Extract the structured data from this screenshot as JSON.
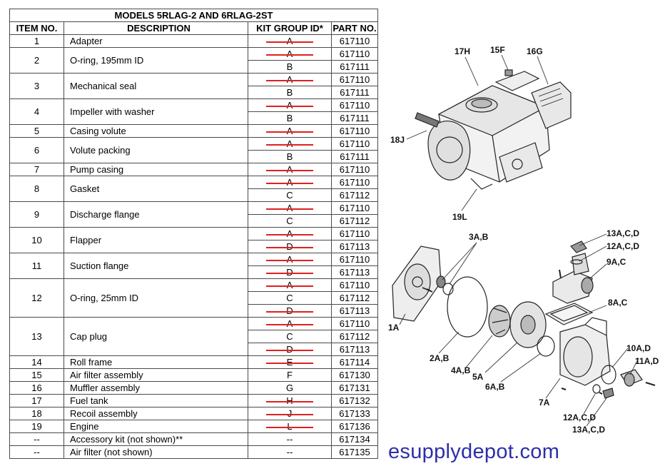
{
  "table": {
    "title": "MODELS 5RLAG-2 AND 6RLAG-2ST",
    "headers": [
      "ITEM NO.",
      "DESCRIPTION",
      "KIT GROUP ID*",
      "PART NO."
    ],
    "rows": [
      {
        "item": "1",
        "desc": "Adapter",
        "kits": [
          {
            "id": "A",
            "struck": true,
            "part": "617110"
          }
        ]
      },
      {
        "item": "2",
        "desc": "O-ring, 195mm ID",
        "kits": [
          {
            "id": "A",
            "struck": true,
            "part": "617110"
          },
          {
            "id": "B",
            "struck": false,
            "part": "617111"
          }
        ]
      },
      {
        "item": "3",
        "desc": "Mechanical seal",
        "kits": [
          {
            "id": "A",
            "struck": true,
            "part": "617110"
          },
          {
            "id": "B",
            "struck": false,
            "part": "617111"
          }
        ]
      },
      {
        "item": "4",
        "desc": "Impeller with washer",
        "kits": [
          {
            "id": "A",
            "struck": true,
            "part": "617110"
          },
          {
            "id": "B",
            "struck": false,
            "part": "617111"
          }
        ]
      },
      {
        "item": "5",
        "desc": "Casing volute",
        "kits": [
          {
            "id": "A",
            "struck": true,
            "part": "617110"
          }
        ]
      },
      {
        "item": "6",
        "desc": "Volute packing",
        "kits": [
          {
            "id": "A",
            "struck": true,
            "part": "617110"
          },
          {
            "id": "B",
            "struck": false,
            "part": "617111"
          }
        ]
      },
      {
        "item": "7",
        "desc": "Pump casing",
        "kits": [
          {
            "id": "A",
            "struck": true,
            "part": "617110"
          }
        ]
      },
      {
        "item": "8",
        "desc": "Gasket",
        "kits": [
          {
            "id": "A",
            "struck": true,
            "part": "617110"
          },
          {
            "id": "C",
            "struck": false,
            "part": "617112"
          }
        ]
      },
      {
        "item": "9",
        "desc": "Discharge flange",
        "kits": [
          {
            "id": "A",
            "struck": true,
            "part": "617110"
          },
          {
            "id": "C",
            "struck": false,
            "part": "617112"
          }
        ]
      },
      {
        "item": "10",
        "desc": "Flapper",
        "kits": [
          {
            "id": "A",
            "struck": true,
            "part": "617110"
          },
          {
            "id": "D",
            "struck": true,
            "part": "617113"
          }
        ]
      },
      {
        "item": "11",
        "desc": "Suction flange",
        "kits": [
          {
            "id": "A",
            "struck": true,
            "part": "617110"
          },
          {
            "id": "D",
            "struck": true,
            "part": "617113"
          }
        ]
      },
      {
        "item": "12",
        "desc": "O-ring, 25mm ID",
        "kits": [
          {
            "id": "A",
            "struck": true,
            "part": "617110"
          },
          {
            "id": "C",
            "struck": false,
            "part": "617112"
          },
          {
            "id": "D",
            "struck": true,
            "part": "617113"
          }
        ]
      },
      {
        "item": "13",
        "desc": "Cap plug",
        "kits": [
          {
            "id": "A",
            "struck": true,
            "part": "617110"
          },
          {
            "id": "C",
            "struck": false,
            "part": "617112"
          },
          {
            "id": "D",
            "struck": true,
            "part": "617113"
          }
        ]
      },
      {
        "item": "14",
        "desc": "Roll frame",
        "kits": [
          {
            "id": "E",
            "struck": true,
            "part": "617114"
          }
        ]
      },
      {
        "item": "15",
        "desc": "Air filter assembly",
        "kits": [
          {
            "id": "F",
            "struck": false,
            "part": "617130"
          }
        ]
      },
      {
        "item": "16",
        "desc": "Muffler assembly",
        "kits": [
          {
            "id": "G",
            "struck": false,
            "part": "617131"
          }
        ]
      },
      {
        "item": "17",
        "desc": "Fuel tank",
        "kits": [
          {
            "id": "H",
            "struck": true,
            "part": "617132"
          }
        ]
      },
      {
        "item": "18",
        "desc": "Recoil assembly",
        "kits": [
          {
            "id": "J",
            "struck": true,
            "part": "617133"
          }
        ]
      },
      {
        "item": "19",
        "desc": "Engine",
        "kits": [
          {
            "id": "L",
            "struck": true,
            "part": "617136"
          }
        ]
      },
      {
        "item": "--",
        "desc": "Accessory kit (not shown)**",
        "kits": [
          {
            "id": "--",
            "struck": false,
            "part": "617134"
          }
        ]
      },
      {
        "item": "--",
        "desc": "Air filter (not shown)",
        "kits": [
          {
            "id": "--",
            "struck": false,
            "part": "617135"
          }
        ]
      }
    ]
  },
  "diagram": {
    "engine_labels": {
      "l17h": "17H",
      "l15f": "15F",
      "l16g": "16G",
      "l18j": "18J",
      "l19l": "19L"
    },
    "pump_labels": {
      "l3ab": "3A,B",
      "l13acd_top": "13A,C,D",
      "l12acd_top": "12A,C,D",
      "l9ac": "9A,C",
      "l8ac": "8A,C",
      "l1a": "1A",
      "l2ab": "2A,B",
      "l4ab": "4A,B",
      "l5a": "5A",
      "l6ab": "6A,B",
      "l7a": "7A",
      "l10ad": "10A,D",
      "l11ad": "11A,D",
      "l12acd_bot": "12A,C,D",
      "l13acd_bot": "13A,C,D"
    }
  },
  "watermark": "esupplydepot.com",
  "colors": {
    "strike": "#e02020",
    "watermark": "#2c2fa8",
    "border": "#4a4a4a"
  }
}
